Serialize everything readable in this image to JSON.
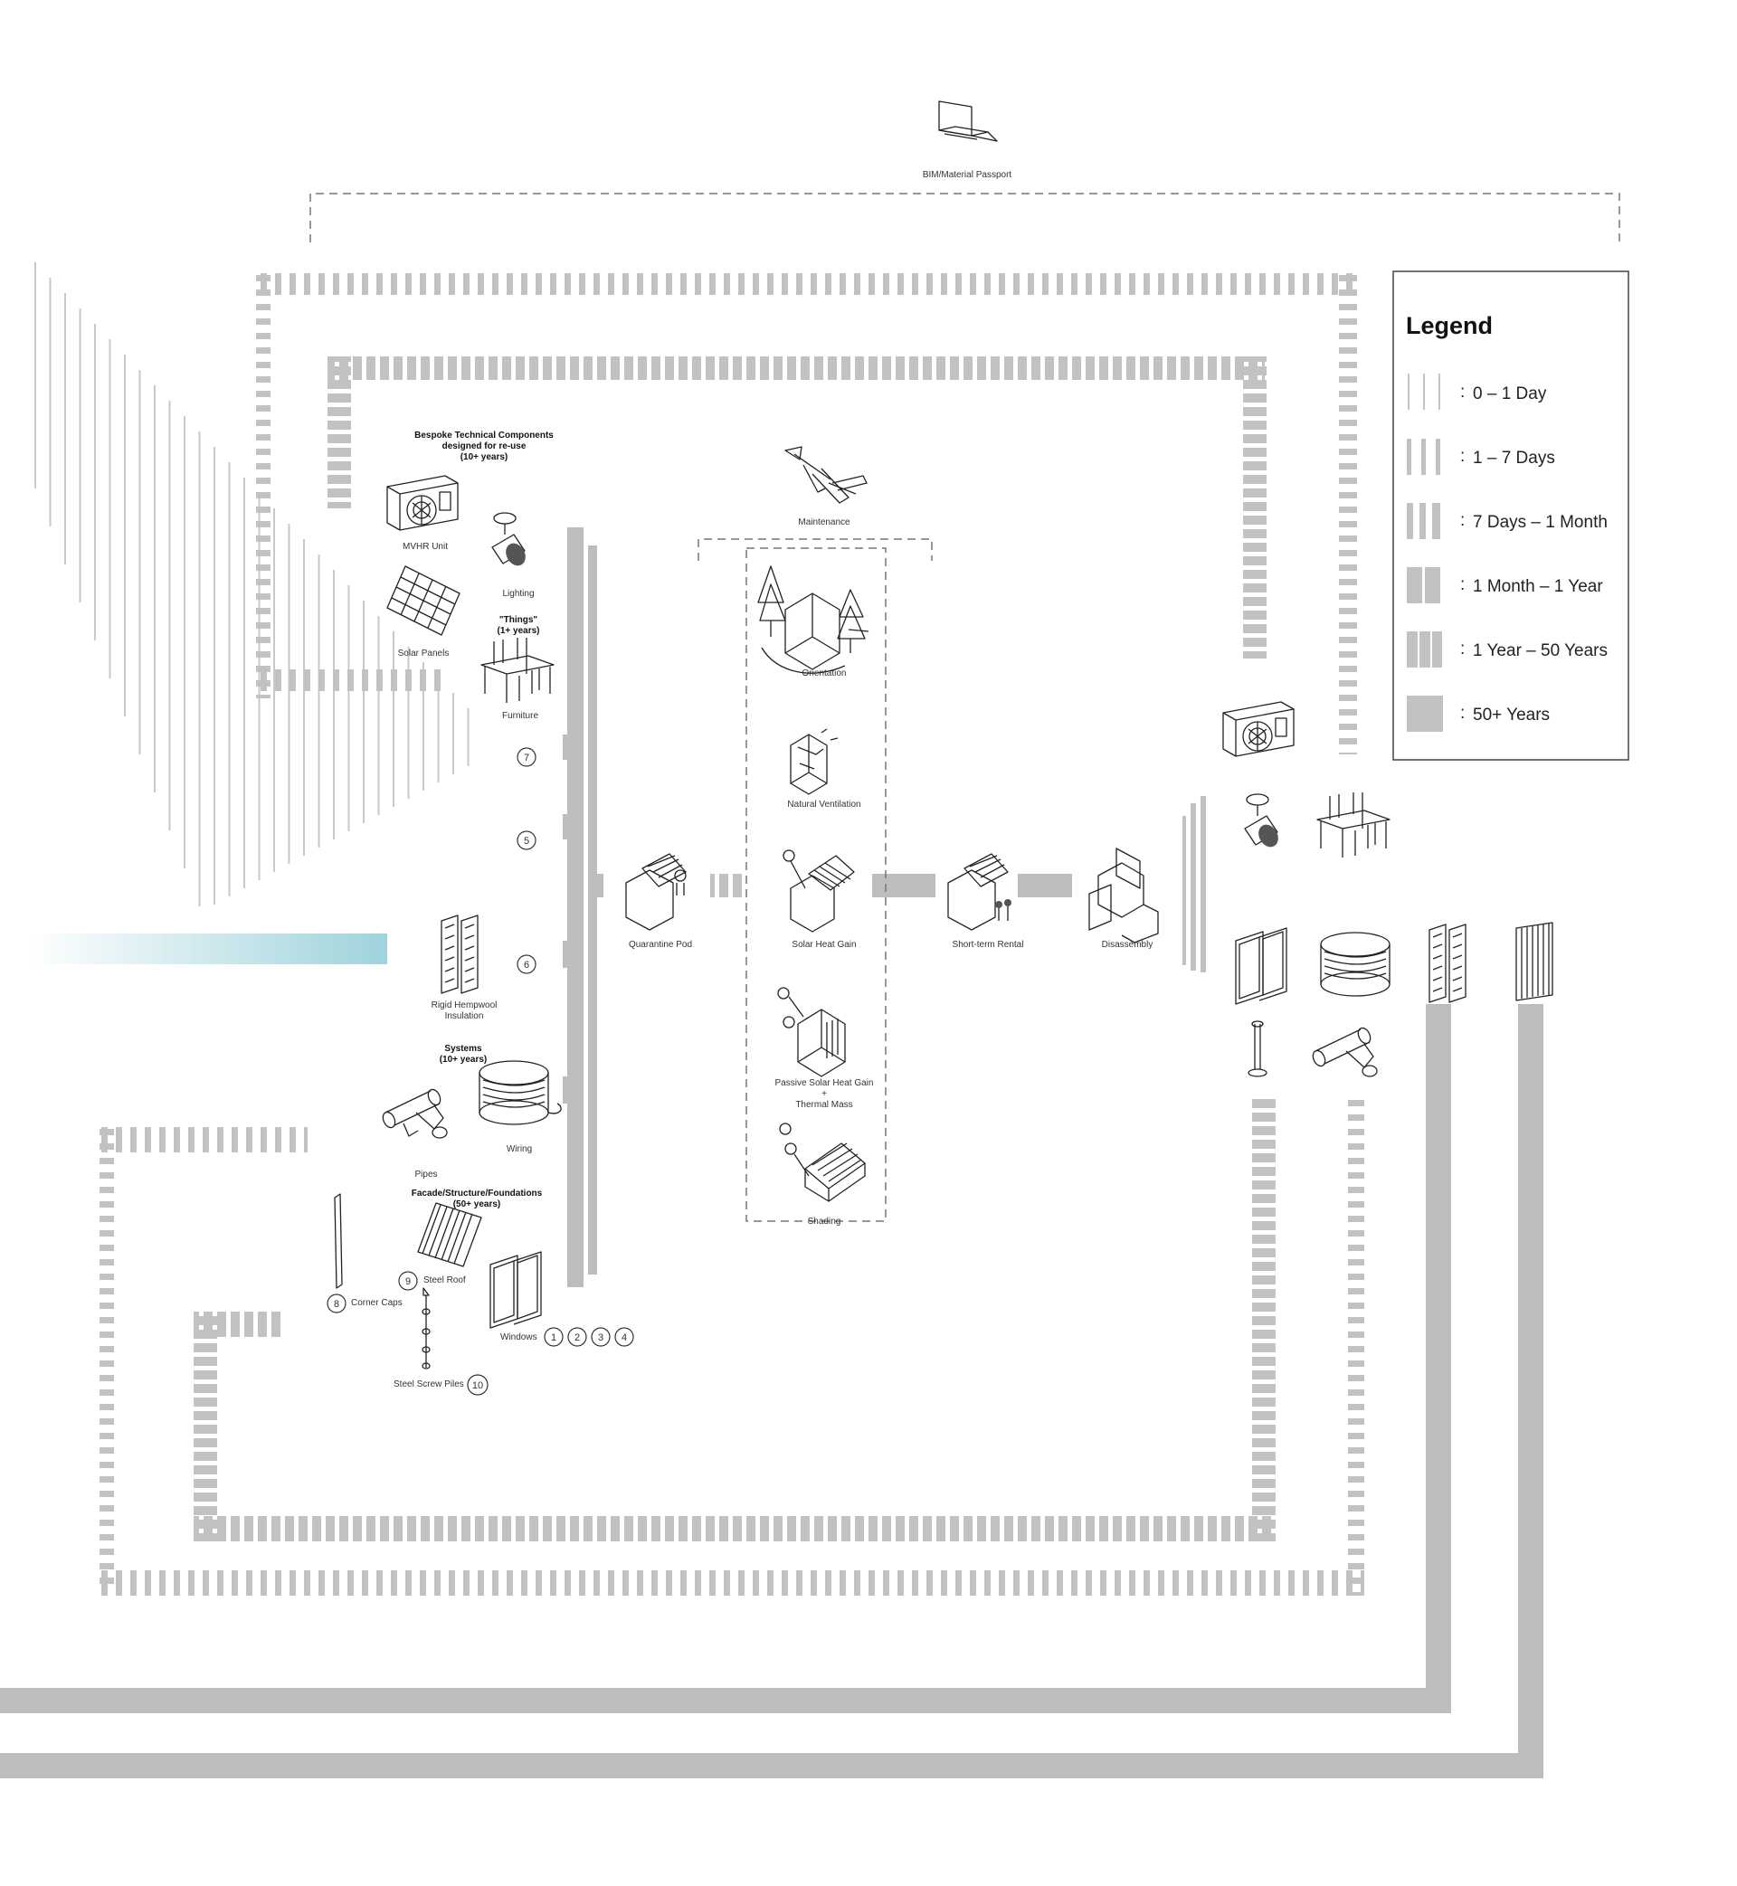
{
  "top": {
    "bim_label": "BIM/Material Passport",
    "laptop_icon": "laptop-icon"
  },
  "components": {
    "heading_line1": "Bespoke Technical Components",
    "heading_line2": "designed for re-use",
    "heading_line3": "(10+ years)",
    "mvhr": "MVHR Unit",
    "lighting": "Lighting",
    "solar_panels": "Solar Panels",
    "things_heading_line1": "\"Things\"",
    "things_heading_line2": "(1+ years)",
    "furniture": "Furniture",
    "insulation_line1": "Rigid Hempwool",
    "insulation_line2": "Insulation",
    "systems_heading_line1": "Systems",
    "systems_heading_line2": "(10+ years)",
    "wiring": "Wiring",
    "pipes": "Pipes",
    "facade_heading_line1": "Facade/Structure/Foundations",
    "facade_heading_line2": "(50+ years)",
    "steel_roof": "Steel Roof",
    "corner_caps": "Corner Caps",
    "windows": "Windows",
    "steel_screw_piles": "Steel Screw Piles"
  },
  "numbers": {
    "n1": "1",
    "n2": "2",
    "n3": "3",
    "n4": "4",
    "n5": "5",
    "n6": "6",
    "n7": "7",
    "n8": "8",
    "n9": "9",
    "n10": "10"
  },
  "lifecycle": {
    "maintenance": "Maintenance",
    "orientation": "Orientation",
    "natural_ventilation": "Natural Ventilation",
    "solar_heat_gain": "Solar Heat Gain",
    "passive_line1": "Passive Solar Heat Gain",
    "passive_line2": "+",
    "passive_line3": "Thermal Mass",
    "shading": "Shading",
    "quarantine_pod": "Quarantine Pod",
    "short_term_rental": "Short-term Rental",
    "disassembly": "Disassembly"
  },
  "legend": {
    "title": "Legend",
    "items": [
      {
        "label": "0 – 1 Day",
        "pattern": "0-1-day"
      },
      {
        "label": "1 – 7 Days",
        "pattern": "1-7-days"
      },
      {
        "label": "7 Days – 1 Month",
        "pattern": "7-days-1-month"
      },
      {
        "label": "1 Month – 1 Year",
        "pattern": "1-month-1-year"
      },
      {
        "label": "1 Year – 50 Years",
        "pattern": "1-year-50-years"
      },
      {
        "label": "50+ Years",
        "pattern": "50-plus-years"
      }
    ],
    "colon": ":"
  },
  "colors": {
    "bar": "#bdbdbd",
    "accent_gradient": "#9fd3dc"
  }
}
